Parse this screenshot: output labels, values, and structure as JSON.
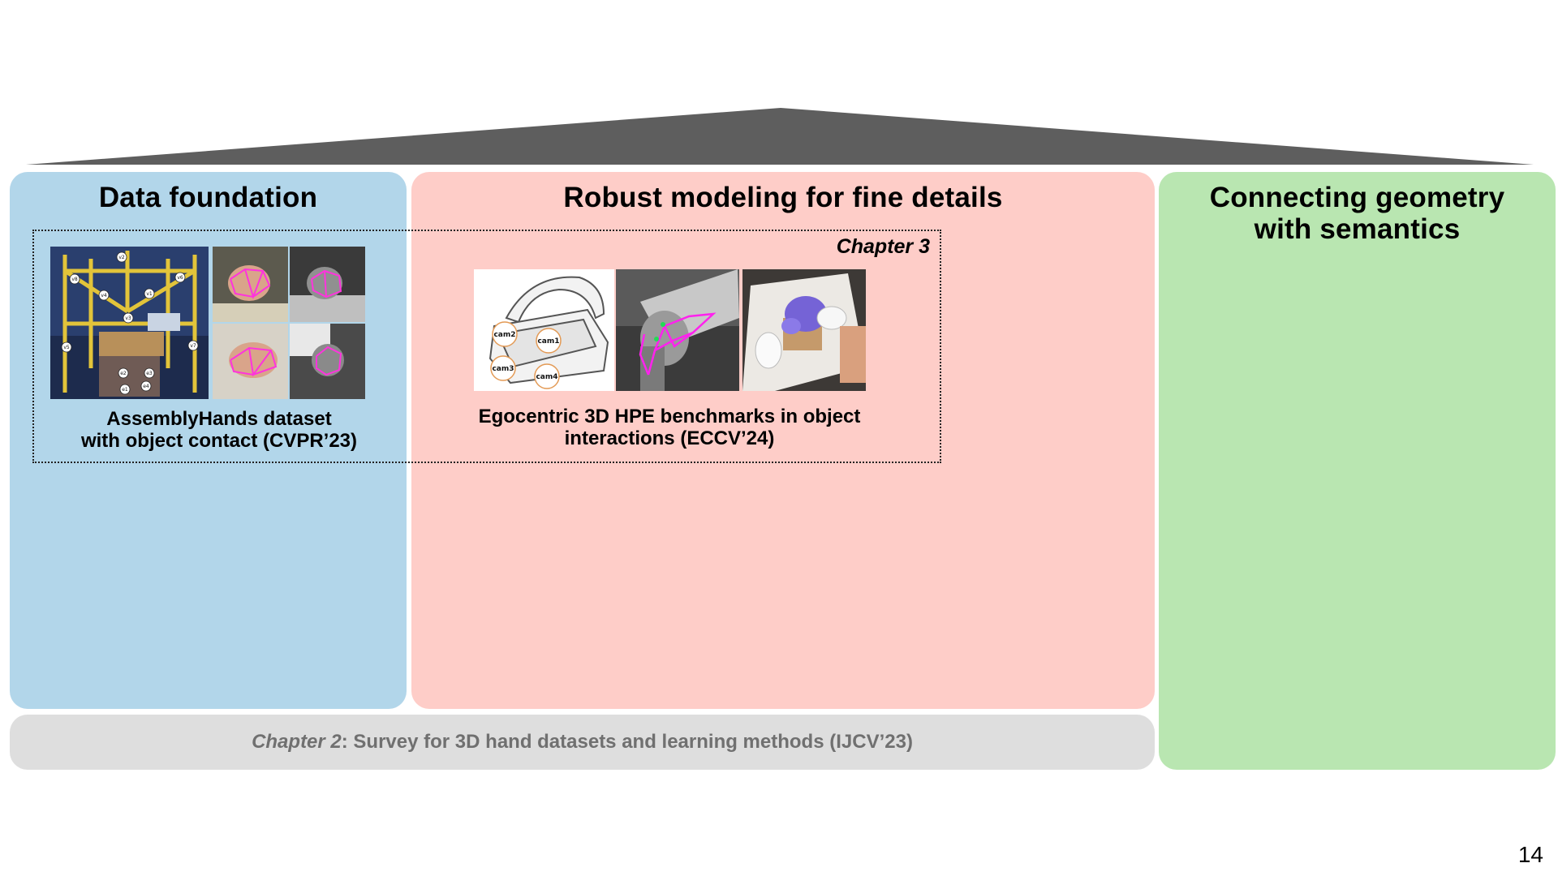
{
  "slide": {
    "page_number": "14",
    "roof_color": "#5e5e5e"
  },
  "panels": {
    "data_foundation": {
      "title": "Data foundation",
      "color": "#b2d6ea"
    },
    "robust_modeling": {
      "title": "Robust modeling for fine details",
      "color": "#fecdc8"
    },
    "connecting": {
      "title_line1": "Connecting geometry",
      "title_line2": "with semantics",
      "color": "#b9e6b1"
    }
  },
  "chapter3": {
    "label": "Chapter 3"
  },
  "assemblyhands": {
    "caption_line1": "AssemblyHands dataset",
    "caption_line2": "with object contact (CVPR’23)",
    "camera_labels": [
      "v2",
      "v8",
      "v4",
      "v6",
      "v1",
      "v3",
      "v5",
      "v7",
      "e2",
      "e3",
      "e1",
      "e4"
    ]
  },
  "egocentric": {
    "caption_line1": "Egocentric 3D HPE benchmarks in object",
    "caption_line2": "interactions (ECCV’24)",
    "headset_cams": [
      "cam2",
      "cam1",
      "cam3",
      "cam4"
    ]
  },
  "base": {
    "chapter_label": "Chapter 2",
    "text": ": Survey for 3D hand datasets and learning methods (IJCV’23)",
    "color": "#dedede"
  }
}
